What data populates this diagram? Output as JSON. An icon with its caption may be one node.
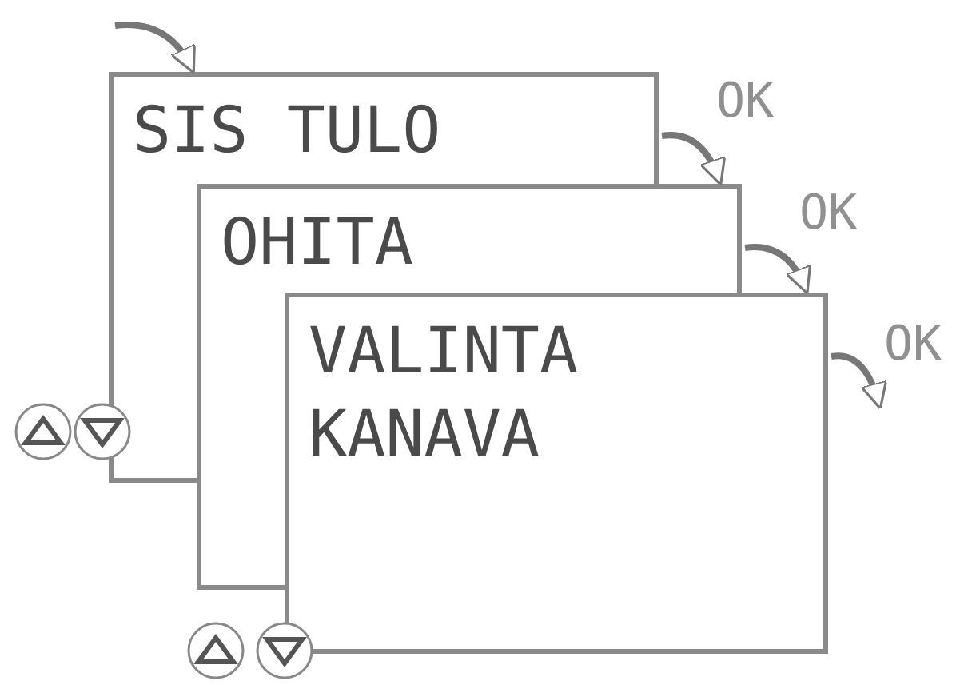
{
  "diagram": {
    "nodes": [
      {
        "text": [
          "SIS TULO"
        ]
      },
      {
        "text": [
          "OHITA"
        ]
      },
      {
        "text": [
          "VALINTA",
          "KANAVA"
        ]
      }
    ],
    "edges": [
      {
        "from": null,
        "to": 0,
        "arrow": "to"
      },
      {
        "from": 0,
        "to": 1,
        "arrow": "to",
        "label": "OK"
      },
      {
        "from": 1,
        "to": 2,
        "arrow": "to",
        "label": "OK"
      },
      {
        "from": 2,
        "to": null,
        "arrow": "to",
        "label": "OK"
      }
    ]
  }
}
